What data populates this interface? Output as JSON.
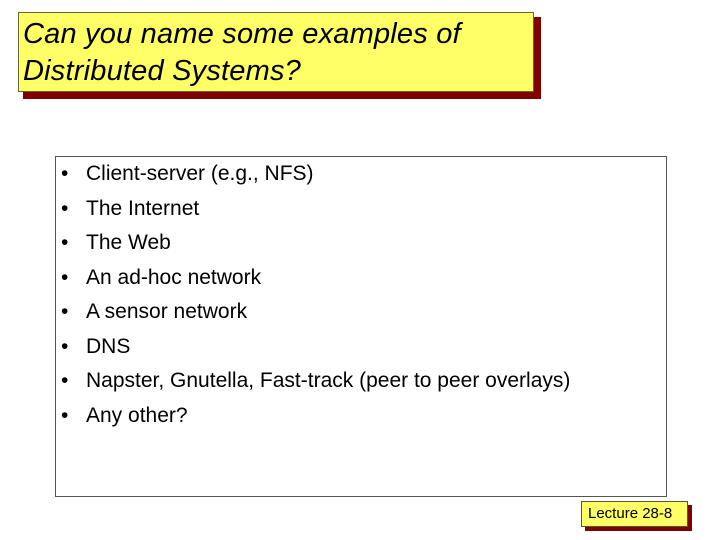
{
  "slide": {
    "title_line1": "Can you name some examples of",
    "title_line2": "Distributed Systems?",
    "bullet_glyph": "•",
    "bullets": [
      "Client-server (e.g., NFS)",
      "The Internet",
      "The Web",
      "An ad-hoc network",
      "A sensor network",
      "DNS",
      "Napster, Gnutella, Fast-track (peer to peer overlays)",
      "Any other?"
    ],
    "footer": "Lecture 28-8"
  },
  "colors": {
    "title_background": "#ffff66",
    "title_shadow": "#800000",
    "footer_background": "#ffff66",
    "footer_shadow": "#800000"
  }
}
